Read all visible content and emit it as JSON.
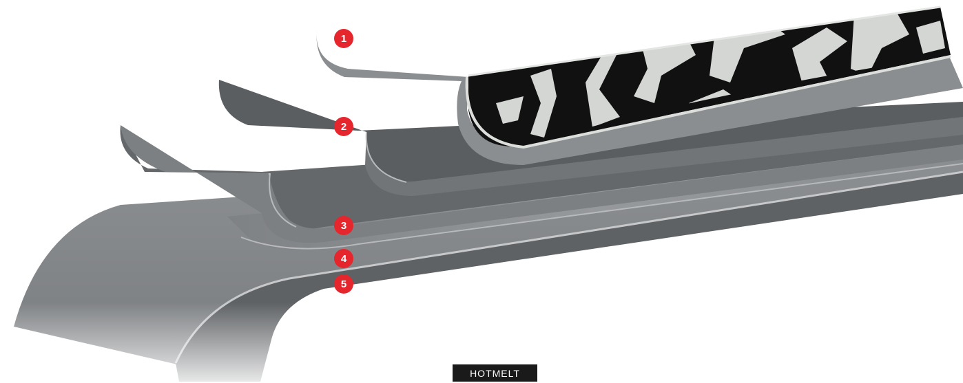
{
  "diagram": {
    "colors": {
      "marker": "#e5262c",
      "ground_print": "#111111",
      "ground_print_light": "#d4d6d3",
      "layer_dark": "#5d6063",
      "layer_mid": "#818487",
      "layer_light": "#9c9fa2",
      "tag_bg": "#1a1a1a"
    },
    "markers": [
      {
        "label": "1"
      },
      {
        "label": "2"
      },
      {
        "label": "3"
      },
      {
        "label": "4"
      },
      {
        "label": "5"
      }
    ],
    "tag": {
      "label": "HOTMELT"
    }
  }
}
